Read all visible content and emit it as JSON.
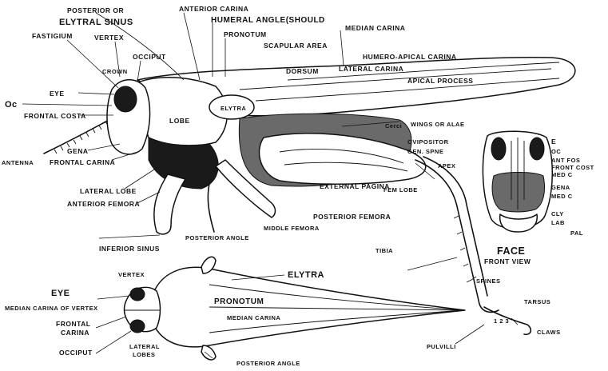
{
  "labels": {
    "posterior_or": "POSTERIOR OR",
    "elytral_sinus": "ELYTRAL SINUS",
    "anterior_carina": "ANTERIOR CARINA",
    "humeral_angle": "HUMERAL ANGLE(SHOULD",
    "pronotum_side": "PRONOTUM",
    "median_carina_side": "MEDIAN CARINA",
    "fastigium": "FASTIGIUM",
    "vertex_side": "VERTEX",
    "occiput_side": "OCCIPUT",
    "scapular_area": "SCAPULAR AREA",
    "crown": "CROWN",
    "humero_apical_carina": "HUMERO-APICAL CARINA",
    "dorsum": "DORSUM",
    "lateral_carina": "LATERAL CARINA",
    "apical_process": "APICAL PROCESS",
    "eye_side": "EYE",
    "oc_side": "Oc",
    "frontal_costa": "FRONTAL COSTA",
    "elytra_side": "ELYTRA",
    "lobe": "LOBE",
    "cerci": "Cerci",
    "wings_or_alae": "WINGS OR ALAE",
    "gena_side": "GENA",
    "antenna": "ANTENNA",
    "frontal_carina_side": "FRONTAL CARINA",
    "ovipositor": "OVIPOSITOR",
    "gen_spine": "GEN. SPNE",
    "apex": "APEX",
    "lateral_lobe": "LATERAL LOBE",
    "fem_lobe": "FEM LOBE",
    "external_pagina": "EXTERNAL PAGINA",
    "anterior_femora": "ANTERIOR FEMORA",
    "posterior_femora": "POSTERIOR FEMORA",
    "middle_femora": "MIDDLE FEMORA",
    "posterior_angle_side": "POSTERIOR ANGLE",
    "inferior_sinus": "INFERIOR SINUS",
    "tibia": "TIBIA",
    "spines": "SPINES",
    "tarsus": "TARSUS",
    "claws": "CLAWS",
    "pulvilli": "PULVILLI",
    "tarsus_numbers": "1 2 3",
    "vertex_top": "VERTEX",
    "elytra_top": "ELYTRA",
    "eye_top": "EYE",
    "pronotum_top": "PRONOTUM",
    "median_carina_of_vertex": "MEDIAN CARINA OF VERTEX",
    "median_carina_top": "MEDIAN CARINA",
    "frontal_carina_top": "FRONTAL CARINA",
    "occiput_top": "OCCIPUT",
    "lateral_lobes": "LATERAL LOBES",
    "posterior_angle_top": "POSTERIOR ANGLE",
    "face_title": "FACE",
    "face_subtitle": "FRONT VIEW",
    "face_e": "E",
    "face_oc": "OC",
    "face_ant_fos": "ANT FOS",
    "face_front_cost": "FRONT COST",
    "face_med_c": "MED C",
    "face_gena": "GENA",
    "face_med_c2": "MED C",
    "face_cly": "CLY",
    "face_lab": "LAB",
    "face_pal": "PAL"
  }
}
